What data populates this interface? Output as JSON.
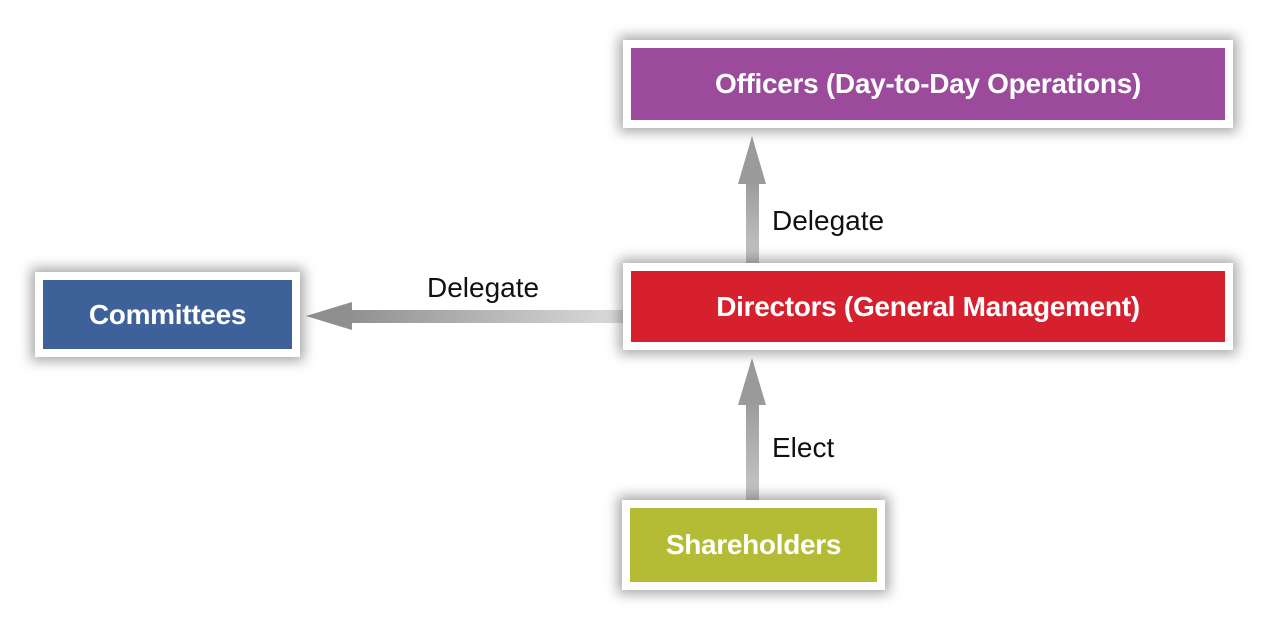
{
  "nodes": {
    "officers": {
      "label": "Officers (Day-to-Day Operations)",
      "color": "#9b4a9c"
    },
    "directors": {
      "label": "Directors (General Management)",
      "color": "#d6202e"
    },
    "committees": {
      "label": "Committees",
      "color": "#3d6198"
    },
    "shareholders": {
      "label": "Shareholders",
      "color": "#b3bc34"
    }
  },
  "edges": {
    "directors_to_officers": "Delegate",
    "directors_to_committees": "Delegate",
    "shareholders_to_directors": "Elect"
  }
}
